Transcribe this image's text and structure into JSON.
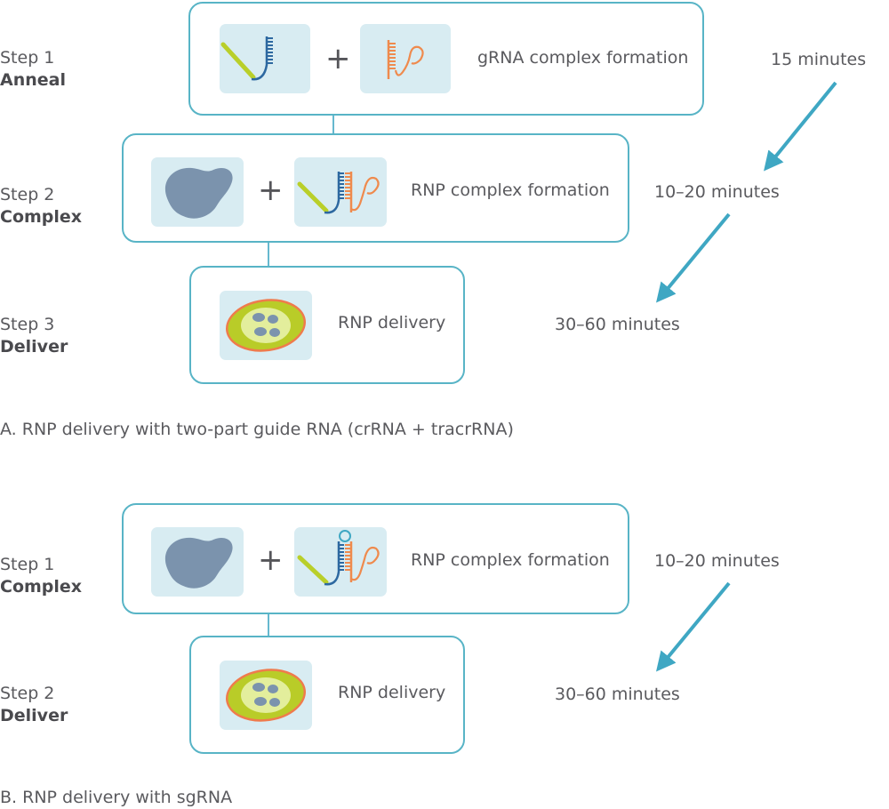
{
  "panel_a": {
    "caption": "A. RNP delivery with two-part guide RNA (crRNA + tracrRNA)",
    "steps": [
      {
        "step": "Step 1",
        "name": "Anneal",
        "label": "gRNA complex formation",
        "time": "15 minutes",
        "icons": [
          "crrna-icon",
          "tracrrna-icon"
        ]
      },
      {
        "step": "Step 2",
        "name": "Complex",
        "label": "RNP complex formation",
        "time": "10–20 minutes",
        "icons": [
          "cas9-protein-icon",
          "grna-complex-icon"
        ]
      },
      {
        "step": "Step 3",
        "name": "Deliver",
        "label": "RNP delivery",
        "time": "30–60 minutes",
        "icons": [
          "cell-icon"
        ]
      }
    ]
  },
  "panel_b": {
    "caption": "B. RNP delivery with sgRNA",
    "steps": [
      {
        "step": "Step 1",
        "name": "Complex",
        "label": "RNP complex formation",
        "time": "10–20 minutes",
        "icons": [
          "cas9-protein-icon",
          "sgrna-icon"
        ]
      },
      {
        "step": "Step 2",
        "name": "Deliver",
        "label": "RNP delivery",
        "time": "30–60 minutes",
        "icons": [
          "cell-icon"
        ]
      }
    ]
  },
  "plus_symbol": "+",
  "colors": {
    "box_border": "#58b4c6",
    "tile_fill": "#d8ecf2",
    "arrow": "#3fa7c3",
    "protein": "#7b93ad",
    "crrna_green": "#b9cf2a",
    "crrna_blue": "#2d68a0",
    "tracrrna_orange": "#ef8a4d",
    "cell_membrane": "#ef7b4c",
    "cell_fill": "#b9cc28",
    "cell_nucleus": "#e3ee9c"
  }
}
